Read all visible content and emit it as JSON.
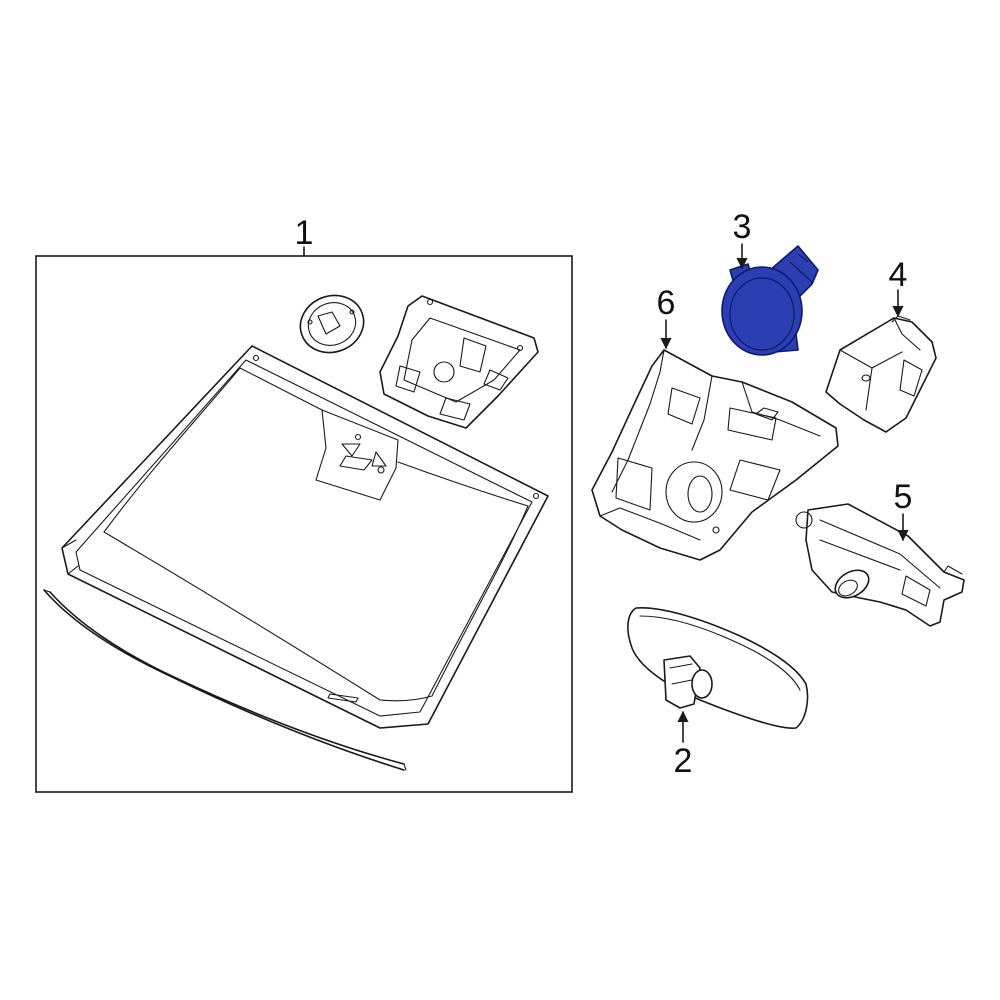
{
  "colors": {
    "line": "#1a1a1a",
    "highlight_fill": "#2b3fb3",
    "highlight_stroke": "#0d1a6e",
    "background": "#ffffff"
  },
  "callouts": {
    "windshield": "1",
    "mirror": "2",
    "rain_sensor": "3",
    "sensor_bracket": "4",
    "camera": "5",
    "mount_cover": "6"
  }
}
